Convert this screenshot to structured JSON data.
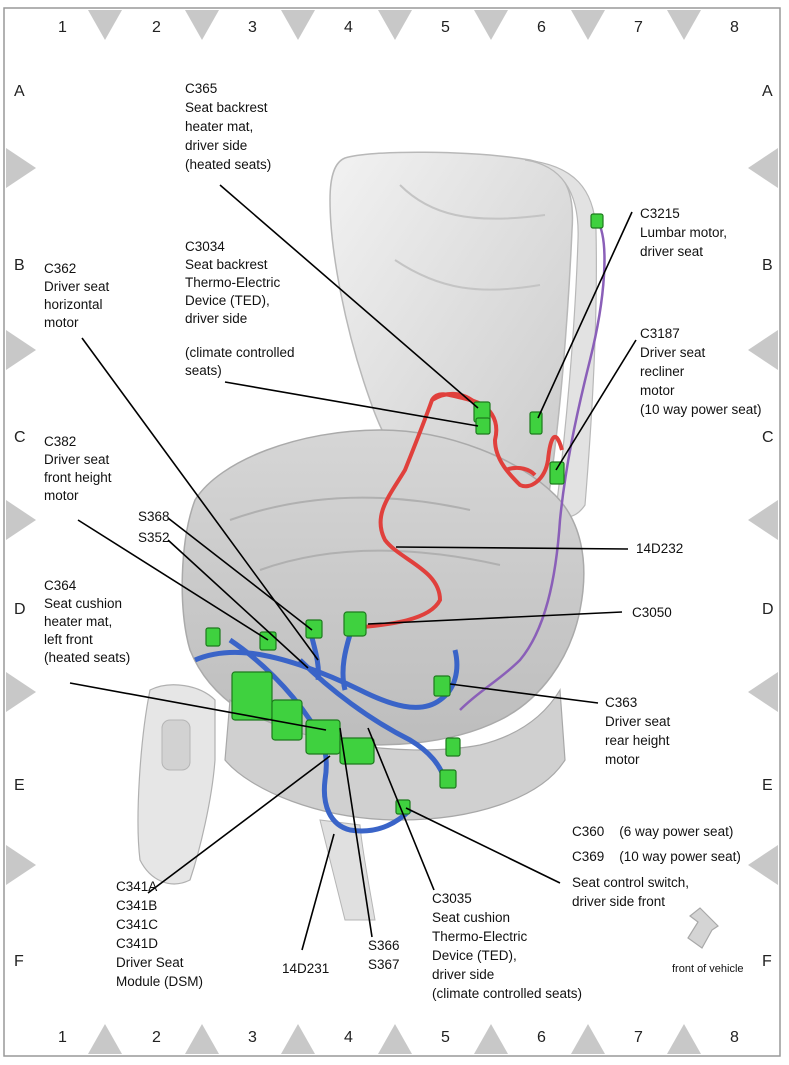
{
  "grid": {
    "columns": [
      "1",
      "2",
      "3",
      "4",
      "5",
      "6",
      "7",
      "8"
    ],
    "rows": [
      "A",
      "B",
      "C",
      "D",
      "E",
      "F"
    ]
  },
  "labels": [
    {
      "id": "c365",
      "lines": [
        "C365",
        "Seat backrest",
        "heater mat,",
        "driver side",
        "(heated seats)"
      ]
    },
    {
      "id": "c3034",
      "lines": [
        "C3034",
        "Seat backrest",
        "Thermo-Electric",
        "Device (TED),",
        "driver side",
        "(climate controlled",
        "seats)"
      ]
    },
    {
      "id": "c362",
      "lines": [
        "C362",
        "Driver seat",
        "horizontal",
        "motor"
      ]
    },
    {
      "id": "c382",
      "lines": [
        "C382",
        "Driver seat",
        "front height",
        "motor"
      ]
    },
    {
      "id": "s368",
      "lines": [
        "S368"
      ]
    },
    {
      "id": "s352",
      "lines": [
        "S352"
      ]
    },
    {
      "id": "c364",
      "lines": [
        "C364",
        "Seat cushion",
        "heater mat,",
        "left front",
        "(heated seats)"
      ]
    },
    {
      "id": "c3215",
      "lines": [
        "C3215",
        "Lumbar motor,",
        "driver seat"
      ]
    },
    {
      "id": "c3187",
      "lines": [
        "C3187",
        "Driver seat",
        "recliner",
        "motor",
        "(10 way power seat)"
      ]
    },
    {
      "id": "h14d232",
      "lines": [
        "14D232"
      ]
    },
    {
      "id": "c3050",
      "lines": [
        "C3050"
      ]
    },
    {
      "id": "c363",
      "lines": [
        "C363",
        "Driver seat",
        "rear height",
        "motor"
      ]
    },
    {
      "id": "c360",
      "lines": [
        "C360    (6 way power seat)"
      ]
    },
    {
      "id": "c369",
      "lines": [
        "C369    (10 way power seat)"
      ]
    },
    {
      "id": "switch",
      "lines": [
        "Seat control switch,",
        "driver side front"
      ]
    },
    {
      "id": "c341",
      "lines": [
        "C341A",
        "C341B",
        "C341C",
        "C341D",
        "Driver Seat",
        "Module (DSM)"
      ]
    },
    {
      "id": "h14d231",
      "lines": [
        "14D231"
      ]
    },
    {
      "id": "s366",
      "lines": [
        "S366",
        "S367"
      ]
    },
    {
      "id": "c3035",
      "lines": [
        "C3035",
        "Seat cushion",
        "Thermo-Electric",
        "Device (TED),",
        "driver side",
        "(climate controlled seats)"
      ]
    }
  ],
  "front_of_vehicle": "front of vehicle",
  "colors": {
    "heater_harness": "#e0403c",
    "seat_harness": "#3a64c8",
    "lumbar_harness": "#8a5fb8",
    "connector": "#3fd13f",
    "seat": "#dcdcdc",
    "grid_triangle": "#c8c8c8"
  }
}
